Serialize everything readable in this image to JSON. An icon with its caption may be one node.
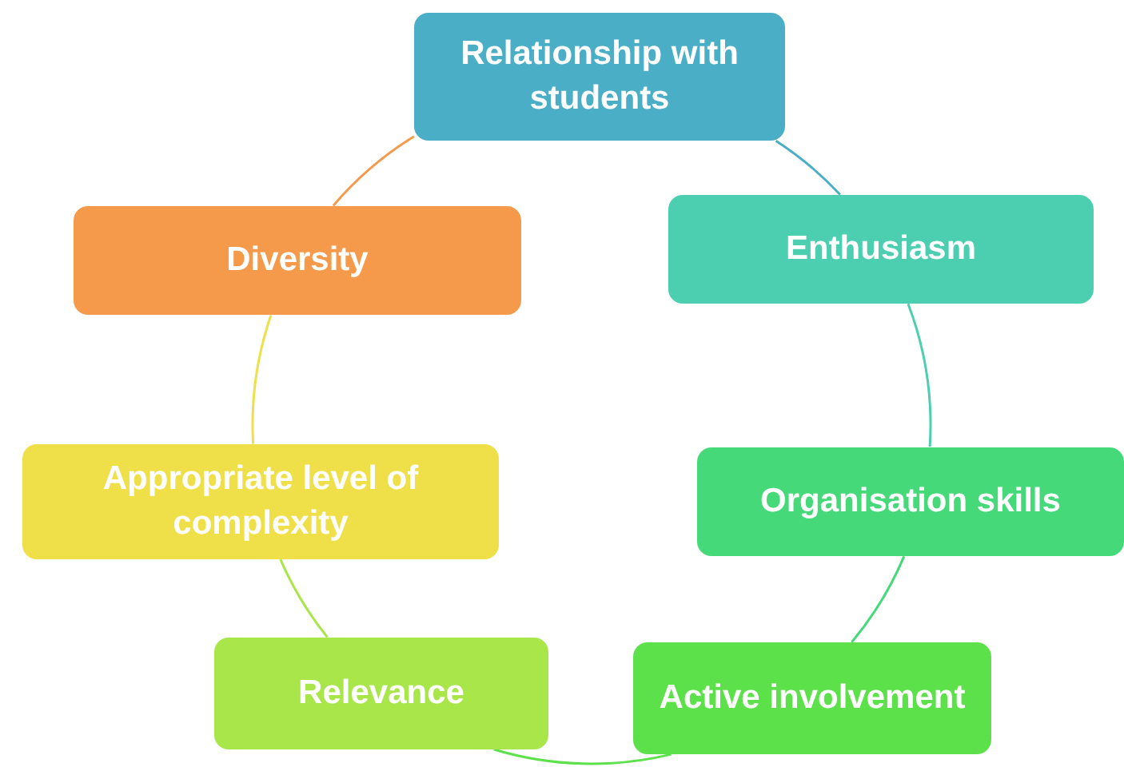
{
  "diagram": {
    "nodes": [
      {
        "text": [
          "Relationship with students"
        ]
      },
      {
        "text": [
          "Enthusiasm"
        ]
      },
      {
        "text": [
          "Organisation skills"
        ]
      },
      {
        "text": [
          "Active involvement"
        ]
      },
      {
        "text": [
          "Relevance"
        ]
      },
      {
        "text": [
          "Appropriate level of complexity"
        ]
      },
      {
        "text": [
          "Diversity"
        ]
      }
    ],
    "edges": [
      {
        "from": 0,
        "to": 1,
        "arrow": "none",
        "color": "#4aaec6"
      },
      {
        "from": 1,
        "to": 2,
        "arrow": "none",
        "color": "#4bcfb0"
      },
      {
        "from": 2,
        "to": 3,
        "arrow": "none",
        "color": "#45d97a"
      },
      {
        "from": 3,
        "to": 4,
        "arrow": "none",
        "color": "#5ce14a"
      },
      {
        "from": 4,
        "to": 5,
        "arrow": "none",
        "color": "#a8e64a"
      },
      {
        "from": 5,
        "to": 6,
        "arrow": "none",
        "color": "#efe04a"
      },
      {
        "from": 6,
        "to": 0,
        "arrow": "none",
        "color": "#f59a4a"
      }
    ]
  }
}
